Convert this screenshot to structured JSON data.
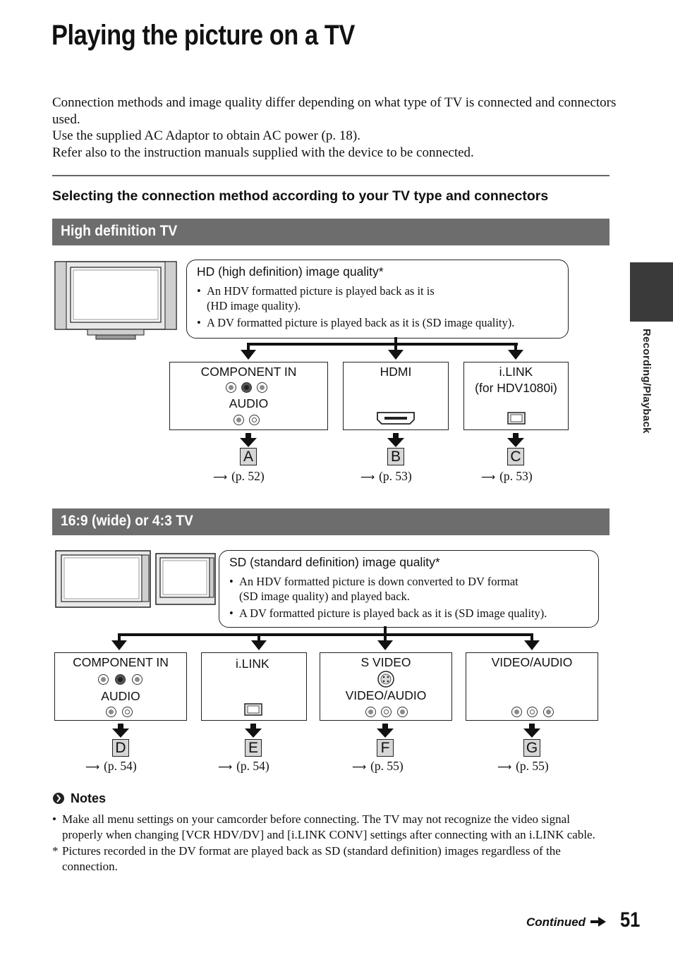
{
  "page": {
    "title": "Playing the picture on a TV",
    "intro": [
      "Connection methods and image quality differ depending on what type of TV is connected and connectors used.",
      "Use the supplied AC Adaptor to obtain AC power (p. 18).",
      "Refer also to the instruction manuals supplied with the device to be connected."
    ],
    "subheading": "Selecting the connection method according to your TV type and connectors",
    "side_tab": "Recording/Playback"
  },
  "hd_section": {
    "heading": "High definition TV",
    "quality_title": "HD (high definition) image quality*",
    "bullets": [
      "An HDV formatted picture is played back as it is",
      "(HD image quality).",
      "A DV formatted picture is played back as it is (SD image quality)."
    ],
    "connectors": [
      {
        "line1": "COMPONENT IN",
        "line2": "AUDIO",
        "letter": "A",
        "ref": "(p. 52)"
      },
      {
        "line1": "HDMI",
        "line2": "",
        "letter": "B",
        "ref": "(p. 53)"
      },
      {
        "line1": "i.LINK",
        "line2": "(for HDV1080i)",
        "letter": "C",
        "ref": "(p. 53)"
      }
    ]
  },
  "sd_section": {
    "heading": "16:9 (wide) or 4:3 TV",
    "quality_title": "SD (standard definition) image quality*",
    "bullets": [
      "An HDV formatted picture is down converted to DV format",
      "(SD image quality) and played back.",
      "A DV formatted picture is played back as it is (SD image quality)."
    ],
    "connectors": [
      {
        "line1": "COMPONENT IN",
        "line2": "AUDIO",
        "letter": "D",
        "ref": "(p. 54)"
      },
      {
        "line1": "i.LINK",
        "line2": "",
        "letter": "E",
        "ref": "(p. 54)"
      },
      {
        "line1": "S VIDEO",
        "line2": "VIDEO/AUDIO",
        "letter": "F",
        "ref": "(p. 55)"
      },
      {
        "line1": "VIDEO/AUDIO",
        "line2": "",
        "letter": "G",
        "ref": "(p. 55)"
      }
    ]
  },
  "notes": {
    "heading": "Notes",
    "items": [
      {
        "marker": "•",
        "text": "Make all menu settings on your camcorder before connecting. The TV may not recognize the video signal properly when changing [VCR HDV/DV] and [i.LINK CONV] settings after connecting with an i.LINK cable."
      },
      {
        "marker": "*",
        "text": "Pictures recorded in the DV format are played back as SD (standard definition) images regardless of the connection."
      }
    ]
  },
  "footer": {
    "continued": "Continued",
    "page_number": "51"
  }
}
